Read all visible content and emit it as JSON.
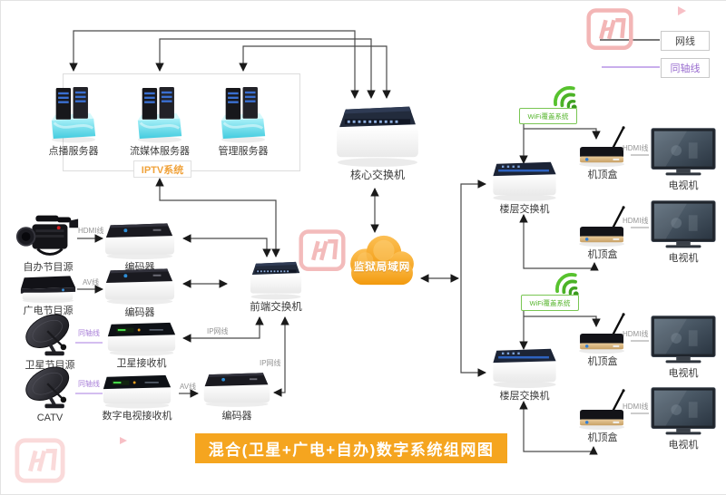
{
  "legend": {
    "net": "网线",
    "coax": "同轴线"
  },
  "iptv": {
    "tag": "IPTV系统",
    "servers": [
      {
        "label": "点播服务器"
      },
      {
        "label": "流媒体服务器"
      },
      {
        "label": "管理服务器"
      }
    ]
  },
  "core_switch": {
    "label": "核心交换机"
  },
  "cloud": {
    "label": "监狱局域网"
  },
  "headend_switch": {
    "label": "前端交换机"
  },
  "sources": {
    "row1": {
      "source": "自办节目源",
      "cable": "HDMI线",
      "device": "编码器"
    },
    "row2": {
      "source": "广电节目源",
      "cable": "AV线",
      "device": "编码器"
    },
    "row3": {
      "source": "卫星节目源",
      "cable": "同轴线",
      "device": "卫星接收机",
      "uplink_cable": "IP网线"
    },
    "row4": {
      "source": "CATV",
      "cable": "同轴线",
      "device": "数字电视接收机",
      "cable2": "AV线",
      "device2": "编码器",
      "uplink_cable": "IP网线"
    }
  },
  "floors": {
    "upper": {
      "wifi_tag": "WiFi覆盖系统",
      "switch": "楼层交换机",
      "units": [
        {
          "stb": "机顶盒",
          "cable": "HDMI线",
          "tv": "电视机"
        },
        {
          "stb": "机顶盒",
          "cable": "HDMI线",
          "tv": "电视机"
        }
      ]
    },
    "lower": {
      "wifi_tag": "WiFi覆盖系统",
      "switch": "楼层交换机",
      "units": [
        {
          "stb": "机顶盒",
          "cable": "HDMI线",
          "tv": "电视机"
        },
        {
          "stb": "机顶盒",
          "cable": "HDMI线",
          "tv": "电视机"
        }
      ]
    }
  },
  "title": "混合(卫星+广电+自办)数字系统组网图",
  "colors": {
    "accent_orange": "#F5A51F",
    "cloud_orange": "#F59A0E",
    "coax_purple": "#A87FD8",
    "wifi_green": "#52B72E",
    "line_gray": "#4A4A4A",
    "watermark_pink": "#F3B6B6"
  }
}
